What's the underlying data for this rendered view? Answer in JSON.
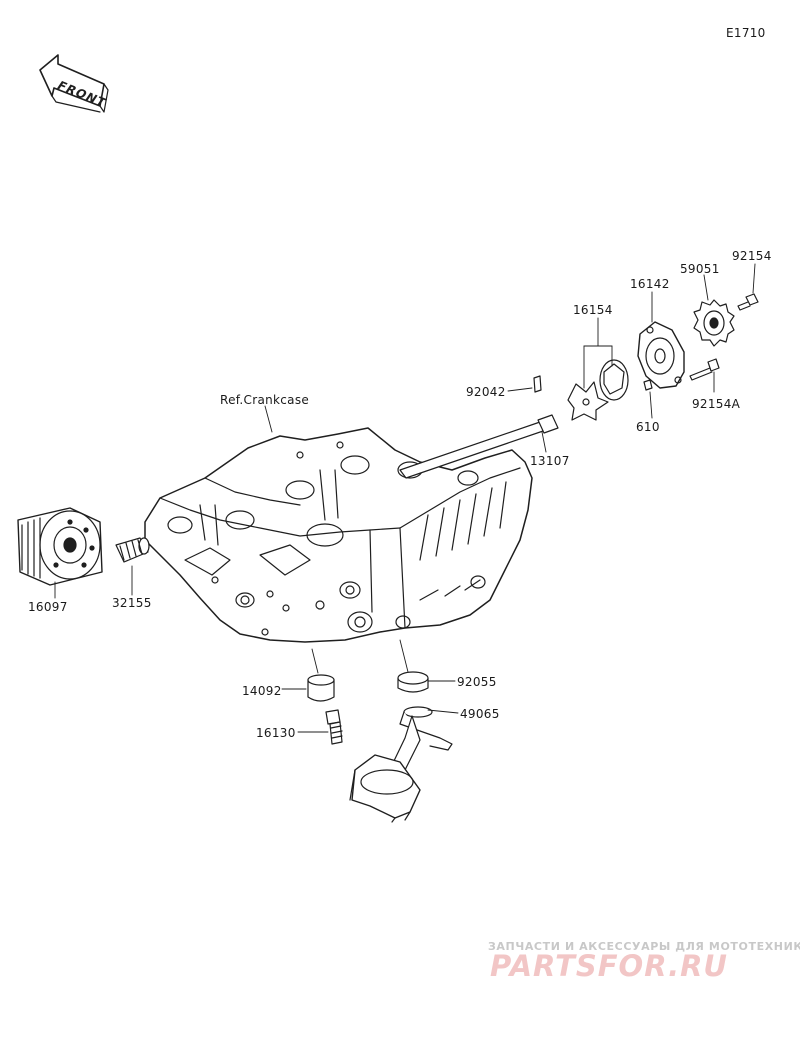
{
  "diagram": {
    "code": "E1710",
    "front_label": "FRONT",
    "reference_label": "Ref.Crankcase",
    "parts": [
      {
        "id": "filter",
        "number": "16097"
      },
      {
        "id": "fitting",
        "number": "32155"
      },
      {
        "id": "cap",
        "number": "14092"
      },
      {
        "id": "bolt-plug",
        "number": "16130"
      },
      {
        "id": "oring",
        "number": "92055"
      },
      {
        "id": "strainer",
        "number": "49065"
      },
      {
        "id": "shaft",
        "number": "13107"
      },
      {
        "id": "pin",
        "number": "92042"
      },
      {
        "id": "rotor",
        "number": "16154"
      },
      {
        "id": "pump-body",
        "number": "16142"
      },
      {
        "id": "sprocket",
        "number": "59051"
      },
      {
        "id": "bolt",
        "number": "92154"
      },
      {
        "id": "bolt-a",
        "number": "92154A"
      },
      {
        "id": "dowel",
        "number": "610"
      }
    ]
  },
  "watermark": {
    "tagline": "ЗАПЧАСТИ И АКСЕССУАРЫ ДЛЯ МОТОТЕХНИКИ",
    "brand": "PARTSFOR.RU"
  }
}
